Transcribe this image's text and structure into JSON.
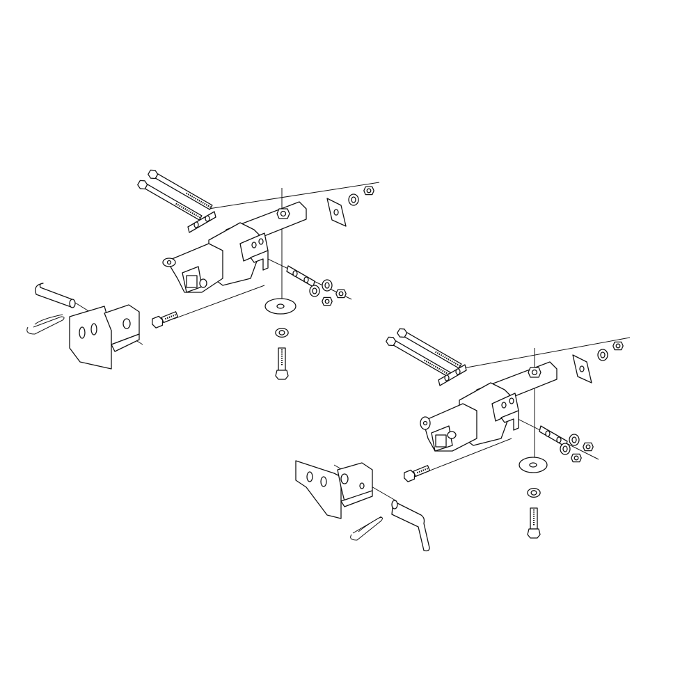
{
  "colors": {
    "line": "#111111",
    "background": "#ffffff"
  },
  "assemblies": [
    {
      "id": "upper-left",
      "parts": [
        "long-bolt",
        "long-bolt",
        "bolt-plate",
        "crossbar",
        "receiver-tube",
        "hex-nut",
        "square-plate",
        "lock-washer",
        "hex-nut",
        "flat-washer",
        "carriage-bolt",
        "short-bolt",
        "hitch-pin",
        "hair-pin-clip",
        "mount-bracket"
      ]
    },
    {
      "id": "lower-right",
      "parts": [
        "long-bolt",
        "long-bolt",
        "bolt-plate",
        "crossbar",
        "receiver-tube",
        "hex-nut",
        "square-plate",
        "lock-washer",
        "hex-nut",
        "flat-washer",
        "carriage-bolt",
        "short-bolt",
        "hitch-pin",
        "hair-pin-clip",
        "mount-bracket"
      ]
    }
  ]
}
